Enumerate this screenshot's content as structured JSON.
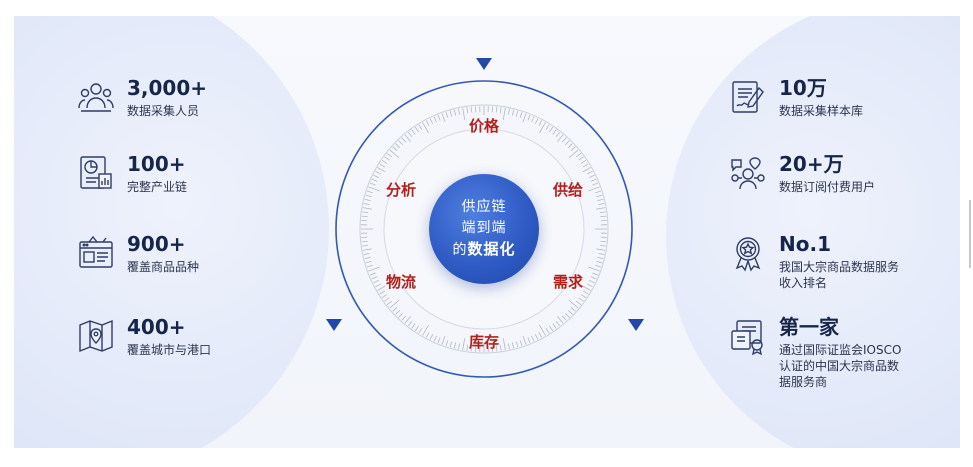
{
  "left_stats": [
    {
      "icon": "people-icon",
      "value": "3,000+",
      "label": "数据采集人员"
    },
    {
      "icon": "report-chart-icon",
      "value": "100+",
      "label": "完整产业链"
    },
    {
      "icon": "commodity-browser-icon",
      "value": "900+",
      "label": "覆盖商品品种"
    },
    {
      "icon": "map-pin-icon",
      "value": "400+",
      "label": "覆盖城市与港口"
    }
  ],
  "right_stats": [
    {
      "icon": "document-pen-icon",
      "value": "10万",
      "label": "数据采集样本库"
    },
    {
      "icon": "users-network-icon",
      "value": "20+万",
      "label": "数据订阅付费用户"
    },
    {
      "icon": "award-badge-icon",
      "value": "No.1",
      "label_lines": [
        "我国大宗商品数据服务",
        "收入排名"
      ]
    },
    {
      "icon": "certificate-icon",
      "value": "第一家",
      "label_lines": [
        "通过国际证监会IOSCO",
        "认证的中国大宗商品数",
        "据服务商"
      ]
    }
  ],
  "wheel": {
    "top": "价格",
    "upper_left": "分析",
    "upper_right": "供给",
    "lower_left": "物流",
    "lower_right": "需求",
    "bottom": "库存"
  },
  "core": {
    "line1": "供应链",
    "line2": "端到端",
    "line3_prefix": "的",
    "line3_strong": "数据化"
  },
  "colors": {
    "accent_red": "#b3201c",
    "navy": "#16254a",
    "core_blue": "#2f5bc4",
    "arrow_blue": "#2147a8"
  }
}
